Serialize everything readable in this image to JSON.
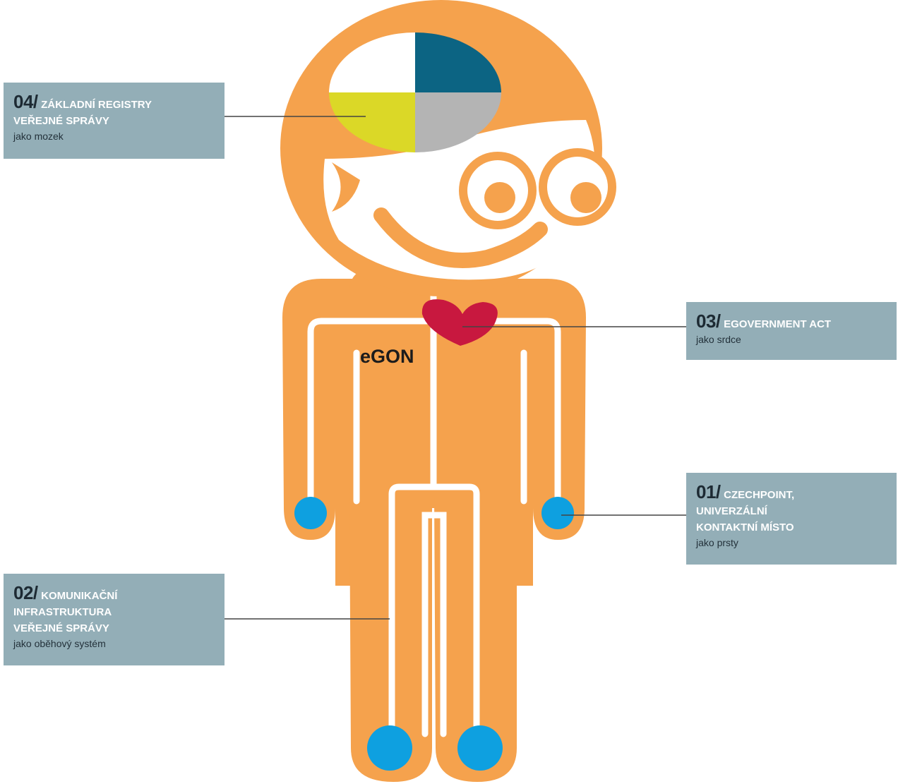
{
  "character": {
    "name": "eGON"
  },
  "callouts": [
    {
      "id": "04",
      "number": "04/",
      "title_line1": "ZÁKLADNÍ REGISTRY",
      "title_line2": "VEŘEJNÉ SPRÁVY",
      "title_line3": "",
      "subtitle": "jako mozek"
    },
    {
      "id": "03",
      "number": "03/",
      "title_line1": "eGOVERNMENT ACT",
      "title_line2": "",
      "title_line3": "",
      "subtitle": "jako srdce"
    },
    {
      "id": "01",
      "number": "01/",
      "title_line1": "CZECHPOINT,",
      "title_line2": "UNIVERZÁLNÍ",
      "title_line3": "KONTAKTNÍ MÍSTO",
      "subtitle": "jako prsty"
    },
    {
      "id": "02",
      "number": "02/",
      "title_line1": "KOMUNIKAČNÍ",
      "title_line2": "INFRASTRUKTURA",
      "title_line3": "VEŘEJNÉ SPRÁVY",
      "subtitle": "jako oběhový systém"
    }
  ],
  "colors": {
    "body": "#f5a24d",
    "outline": "#ffffff",
    "box": "#93aeb7",
    "heart": "#c8183f",
    "fingertip": "#0ea0e0",
    "brain_teal": "#0c6483",
    "brain_yellow": "#dbd827",
    "brain_gray": "#b4b4b4",
    "connector": "#444444"
  }
}
